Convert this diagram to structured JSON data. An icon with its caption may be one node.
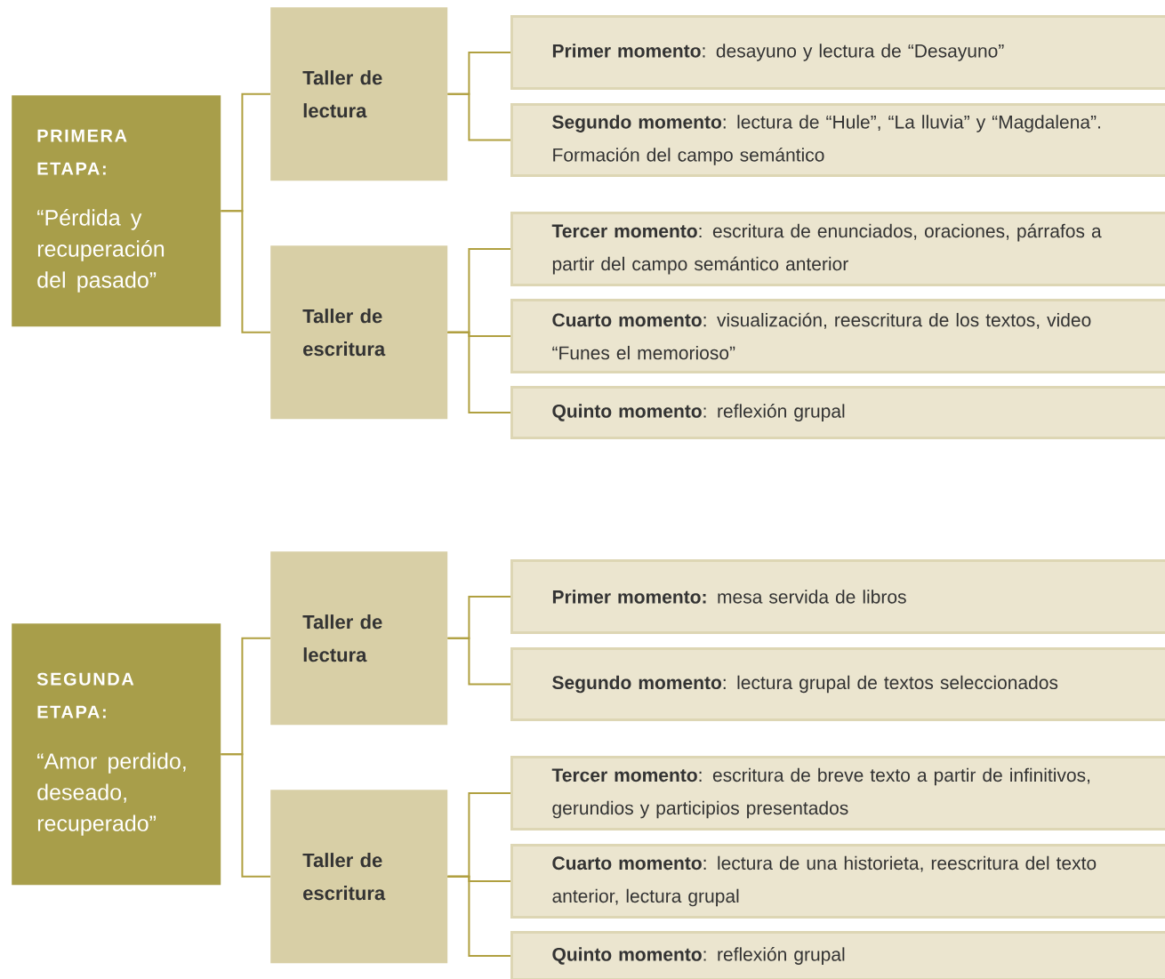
{
  "diagram": {
    "nodes": [
      {
        "text": [
          "PRIMERA ETAPA:",
          "“Pérdida y recuperación del pasado”"
        ]
      },
      {
        "text": [
          "Taller de lectura"
        ]
      },
      {
        "text": [
          "Taller de escritura"
        ]
      },
      {
        "text": [
          "**Primer momento**: desayuno y lectura de “Desayuno”"
        ]
      },
      {
        "text": [
          "**Segundo momento**: lectura de “Hule”, “La lluvia” y “Magdalena”. Formación del campo semántico"
        ]
      },
      {
        "text": [
          "**Tercer momento**: escritura de enunciados, oraciones, párrafos a partir del campo semántico anterior"
        ]
      },
      {
        "text": [
          "**Cuarto momento**: visualización, reescritura de los textos, video “Funes el memorioso”"
        ]
      },
      {
        "text": [
          "**Quinto momento**: reflexión grupal"
        ]
      },
      {
        "text": [
          "SEGUNDA ETAPA:",
          "“Amor perdido, deseado, recuperado”"
        ]
      },
      {
        "text": [
          "Taller de lectura"
        ]
      },
      {
        "text": [
          "Taller de escritura"
        ]
      },
      {
        "text": [
          "**Primer momento:** mesa servida de libros"
        ]
      },
      {
        "text": [
          "**Segundo momento**: lectura grupal de textos seleccionados"
        ]
      },
      {
        "text": [
          "**Tercer momento**: escritura de breve texto a partir de infinitivos, gerundios y participios presentados"
        ]
      },
      {
        "text": [
          "**Cuarto momento**: lectura de una historieta, reescritura del texto anterior, lectura grupal"
        ]
      },
      {
        "text": [
          "**Quinto momento**: reflexión grupal"
        ]
      }
    ],
    "edges": [
      {
        "from": 0,
        "to": 1,
        "arrow": "none"
      },
      {
        "from": 0,
        "to": 2,
        "arrow": "none"
      },
      {
        "from": 1,
        "to": 3,
        "arrow": "none"
      },
      {
        "from": 1,
        "to": 4,
        "arrow": "none"
      },
      {
        "from": 2,
        "to": 5,
        "arrow": "none"
      },
      {
        "from": 2,
        "to": 6,
        "arrow": "none"
      },
      {
        "from": 2,
        "to": 7,
        "arrow": "none"
      },
      {
        "from": 8,
        "to": 9,
        "arrow": "none"
      },
      {
        "from": 8,
        "to": 10,
        "arrow": "none"
      },
      {
        "from": 9,
        "to": 11,
        "arrow": "none"
      },
      {
        "from": 9,
        "to": 12,
        "arrow": "none"
      },
      {
        "from": 10,
        "to": 13,
        "arrow": "none"
      },
      {
        "from": 10,
        "to": 14,
        "arrow": "none"
      },
      {
        "from": 10,
        "to": 15,
        "arrow": "none"
      }
    ]
  }
}
